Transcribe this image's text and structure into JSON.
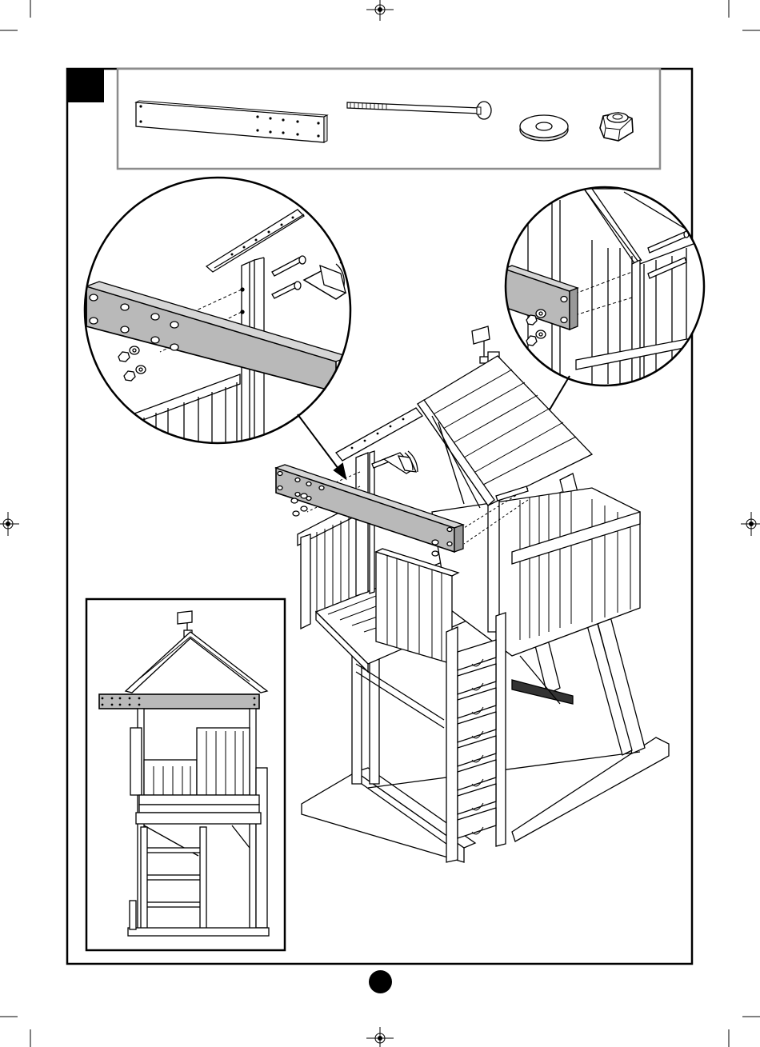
{
  "step": {
    "number": ""
  },
  "page": {
    "number": ""
  },
  "parts": [
    {
      "name": "crossbeam-board"
    },
    {
      "name": "carriage-bolt"
    },
    {
      "name": "flat-washer"
    },
    {
      "name": "lock-nut"
    }
  ],
  "colors": {
    "ink": "#000000",
    "beam_fill": "#b9b9b9",
    "parts_box_border": "#8c8c8c",
    "paper": "#ffffff"
  }
}
